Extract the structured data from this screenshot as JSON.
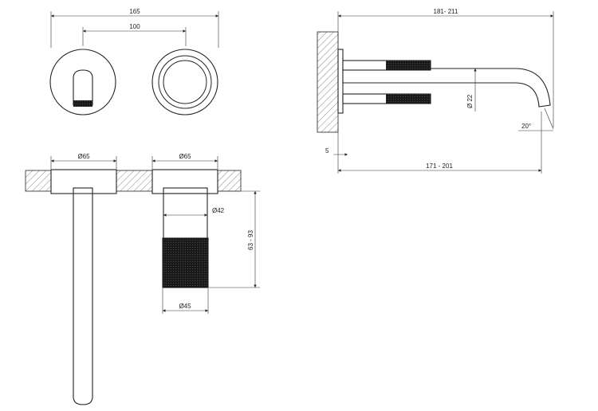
{
  "dimensions": {
    "top_overall_width": "165",
    "top_center_distance": "100",
    "side_overall_length": "181- 211",
    "side_spout_length": "171 - 201",
    "side_wall_offset": "5",
    "side_spout_diameter": "Ø 22",
    "side_spout_angle": "20°",
    "plate_left_diameter": "Ø65",
    "plate_right_diameter": "Ø65",
    "stem_diameter": "Ø42",
    "knob_diameter": "Ø45",
    "depth_range": "63 - 93"
  },
  "colors": {
    "line": "#222222",
    "knurl": "#1a1a1a",
    "hatch": "#555555"
  }
}
